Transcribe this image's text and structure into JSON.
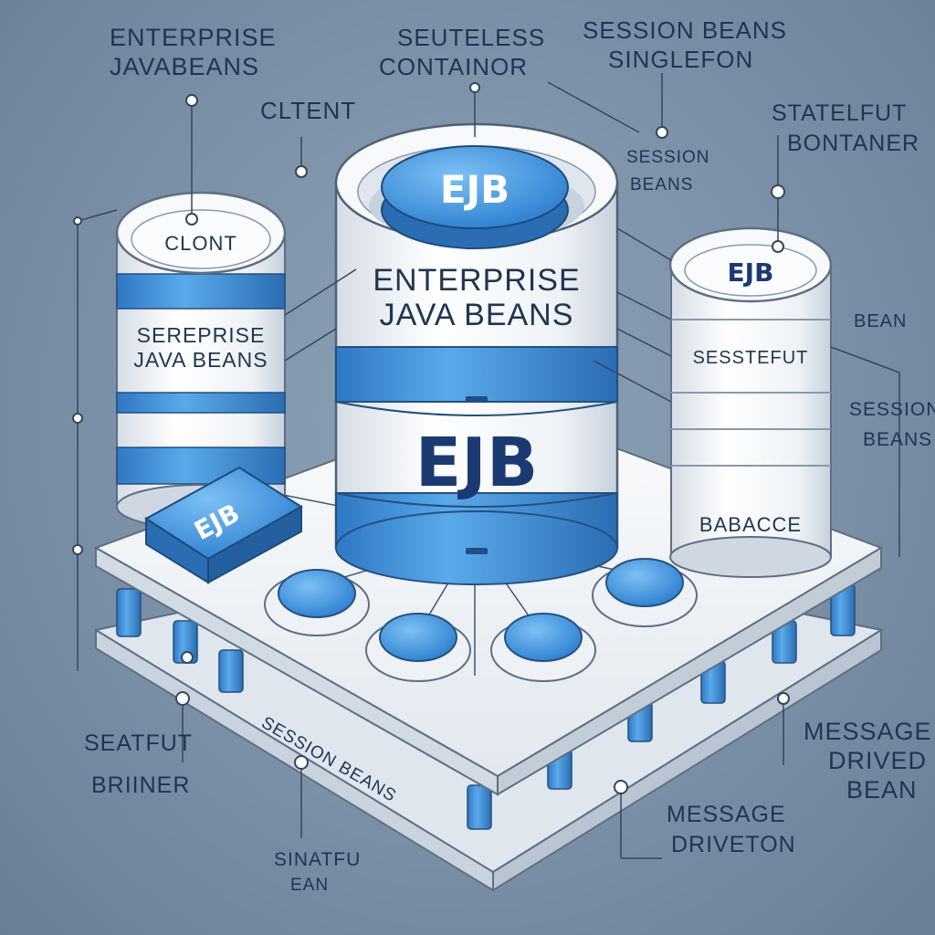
{
  "diagram": {
    "callouts": {
      "top_left": [
        "ENTERPRISE",
        "JAVABEANS"
      ],
      "top_center": [
        "SEUTELESS",
        "CONTAINOR"
      ],
      "top_right": [
        "SESSION BEANS",
        "SINGLEFON"
      ],
      "client": "CLTENT",
      "session_beans_small": [
        "SESSION",
        "BEANS"
      ],
      "stateful_container": [
        "STATELFUT",
        "BONTANER"
      ],
      "bean_right": "BEAN",
      "session_beans_right": [
        "SESSION",
        "BEANS"
      ],
      "stateful_left_bottom": [
        "SEATFUT",
        "BRIINER"
      ],
      "sinatfu_bottom": [
        "SINATFU",
        "EAN"
      ],
      "message_driven_bean": [
        "MESSAGE",
        "DRIVED",
        "BEAN"
      ],
      "message_driven_bottom": [
        "MESSAGE",
        "DRIVETON"
      ]
    },
    "left_cylinder": {
      "top_label": "CLONT",
      "band_label": [
        "SEREPRISE",
        "JAVA BEANS"
      ]
    },
    "center_cylinder": {
      "top_button": "EJB",
      "upper_label": [
        "ENTERPRISE",
        "JAVA BEANS"
      ],
      "lower_label": "EJB"
    },
    "right_cylinder": {
      "top_label": "EJB",
      "mid_label": "SESSTEFUT",
      "bottom_label": "BABACCE"
    },
    "ejb_chip": "EJB",
    "platform_label": "SESSION BEANS",
    "colors": {
      "background": "#7b90a6",
      "accent_blue": "#3b8fd9",
      "cylinder_white": "#f3f5f8",
      "text_navy": "#1b3a72"
    }
  }
}
